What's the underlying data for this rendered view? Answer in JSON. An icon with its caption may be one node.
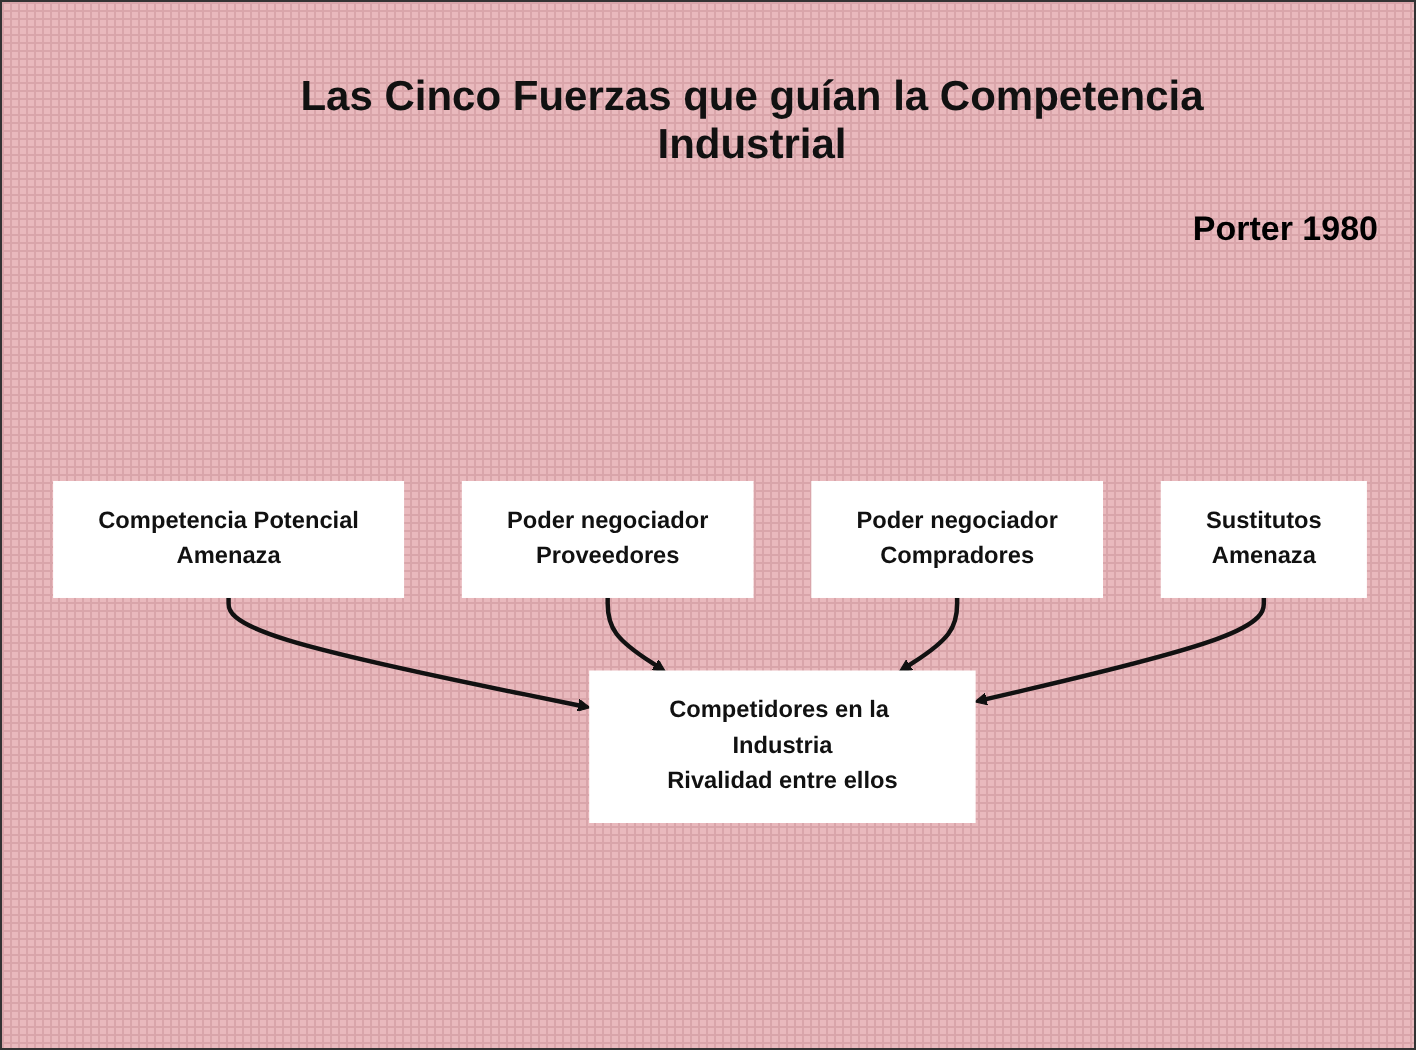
{
  "diagram": {
    "title": "Las Cinco Fuerzas que guían la Competencia Industrial",
    "nodes": [
      {
        "text": [
          "Competencia Potencial",
          "Amenaza"
        ]
      },
      {
        "text": [
          "Competidores en la Industria",
          "Rivalidad entre ellos"
        ]
      },
      {
        "text": [
          "Poder negociador",
          "Proveedores"
        ]
      },
      {
        "text": [
          "Poder negociador",
          "Compradores"
        ]
      },
      {
        "text": [
          "Sustitutos",
          "Amenaza"
        ]
      }
    ],
    "edges": [
      {
        "from": 0,
        "to": 1,
        "arrow": "to"
      },
      {
        "from": 2,
        "to": 1,
        "arrow": "to"
      },
      {
        "from": 3,
        "to": 1,
        "arrow": "to"
      },
      {
        "from": 4,
        "to": 1,
        "arrow": "to"
      }
    ],
    "labels": [
      "Porter 1980"
    ]
  }
}
